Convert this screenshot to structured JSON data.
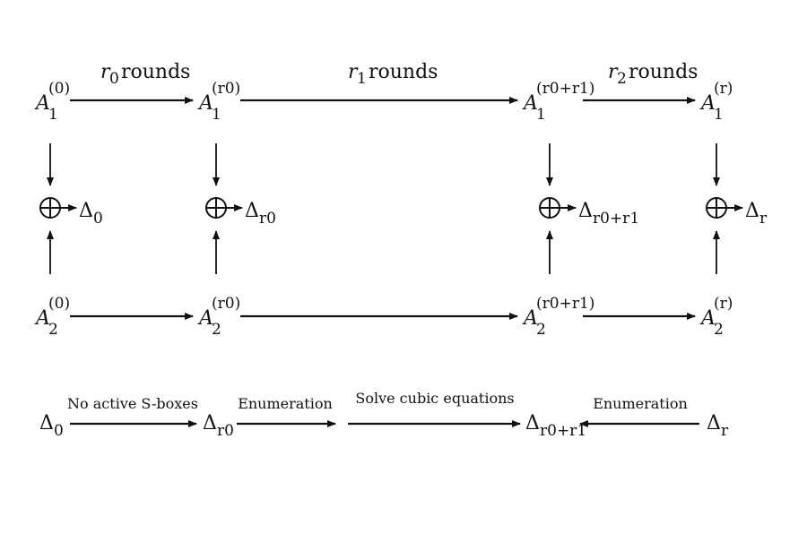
{
  "diagram": {
    "row1": {
      "nodes": [
        {
          "base": "A",
          "sub": "1",
          "sup": "(0)"
        },
        {
          "base": "A",
          "sub": "1",
          "sup": "(r0)"
        },
        {
          "base": "A",
          "sub": "1",
          "sup": "(r0+r1)"
        },
        {
          "base": "A",
          "sub": "1",
          "sup": "(r)"
        }
      ],
      "edge_labels": [
        {
          "var": "r",
          "sub": "0",
          "text": " rounds"
        },
        {
          "var": "r",
          "sub": "1",
          "text": " rounds"
        },
        {
          "var": "r",
          "sub": "2",
          "text": " rounds"
        }
      ]
    },
    "xor": {
      "symbol": "⊕",
      "outputs": [
        {
          "base": "Δ",
          "sub": "0"
        },
        {
          "base": "Δ",
          "sub": "r0"
        },
        {
          "base": "Δ",
          "sub": "r0+r1"
        },
        {
          "base": "Δ",
          "sub": "r"
        }
      ]
    },
    "row2": {
      "nodes": [
        {
          "base": "A",
          "sub": "2",
          "sup": "(0)"
        },
        {
          "base": "A",
          "sub": "2",
          "sup": "(r0)"
        },
        {
          "base": "A",
          "sub": "2",
          "sup": "(r0+r1)"
        },
        {
          "base": "A",
          "sub": "2",
          "sup": "(r)"
        }
      ]
    },
    "row3": {
      "nodes": [
        {
          "base": "Δ",
          "sub": "0"
        },
        {
          "base": "Δ",
          "sub": "r0"
        },
        {
          "base": "Δ",
          "sub": "r0+r1"
        },
        {
          "base": "Δ",
          "sub": "r"
        }
      ],
      "edge_labels": [
        "No active S-boxes",
        "Enumeration",
        "Solve cubic equations",
        "Enumeration"
      ]
    }
  }
}
